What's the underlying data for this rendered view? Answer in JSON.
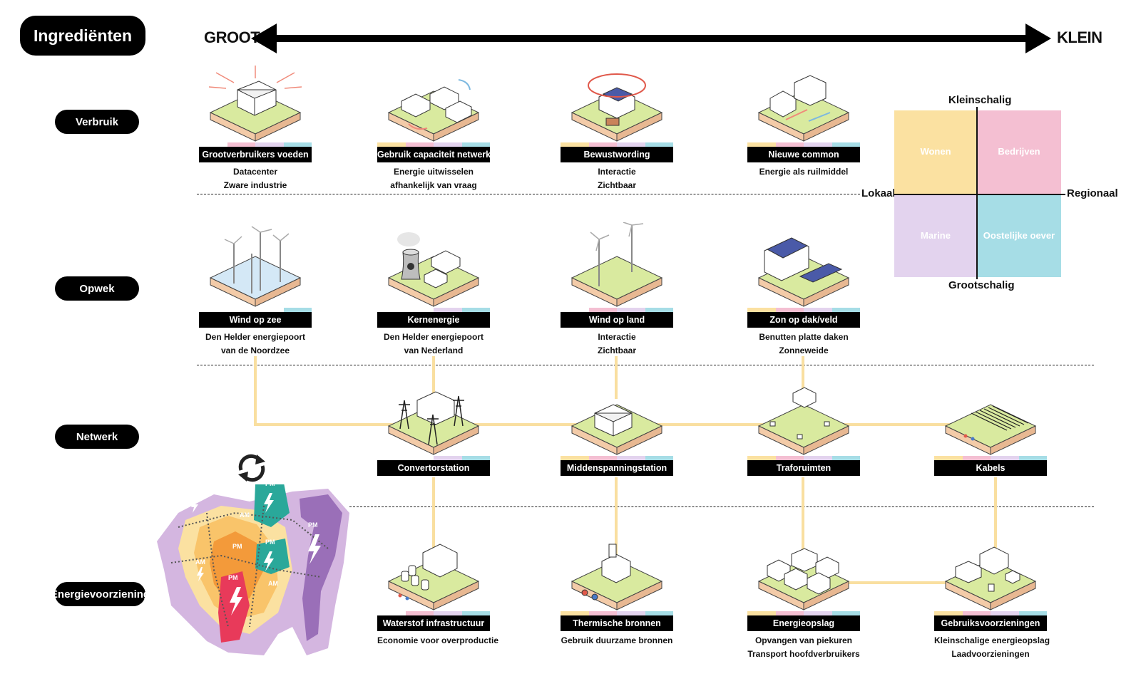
{
  "title": "Ingrediënten",
  "scale": {
    "left": "GROOT",
    "right": "KLEIN"
  },
  "rows": {
    "verbruik": "Verbruik",
    "opwek": "Opwek",
    "netwerk": "Netwerk",
    "energie": "Energievoorziening"
  },
  "legend": {
    "top": "Kleinschalig",
    "bottom": "Grootschalig",
    "left": "Lokaal",
    "right": "Regionaal",
    "wonen": "Wonen",
    "bedrijven": "Bedrijven",
    "marine": "Marine",
    "oostelijke": "Oostelijke oever"
  },
  "colors": {
    "wonen": "#fbe1a1",
    "bedrijven": "#f4bfd2",
    "marine": "#e3d3ee",
    "oostelijke": "#a6dde6",
    "land": "#d9ea9f",
    "soil": "#f3cba8",
    "connector": "#f9dfa0"
  },
  "cards": {
    "c1": {
      "title": "Grootverbruikers voeden",
      "lines": [
        "Datacenter",
        "Zware industrie"
      ]
    },
    "c2": {
      "title": "Gebruik capaciteit netwerk",
      "lines": [
        "Energie uitwisselen",
        "afhankelijk van vraag"
      ]
    },
    "c3": {
      "title": "Bewustwording",
      "lines": [
        "Interactie",
        "Zichtbaar"
      ]
    },
    "c4": {
      "title": "Nieuwe common",
      "lines": [
        "Energie als ruilmiddel"
      ]
    },
    "o1": {
      "title": "Wind op zee",
      "lines": [
        "Den Helder energiepoort",
        "van de Noordzee"
      ]
    },
    "o2": {
      "title": "Kernenergie",
      "lines": [
        "Den Helder energiepoort",
        "van Nederland"
      ]
    },
    "o3": {
      "title": "Wind op land",
      "lines": [
        "Interactie",
        "Zichtbaar"
      ]
    },
    "o4": {
      "title": "Zon op dak/veld",
      "lines": [
        "Benutten platte daken",
        "Zonneweide"
      ]
    },
    "n1": {
      "title": "Convertorstation",
      "lines": []
    },
    "n2": {
      "title": "Middenspanningstation",
      "lines": []
    },
    "n3": {
      "title": "Traforuimten",
      "lines": []
    },
    "n4": {
      "title": "Kabels",
      "lines": []
    },
    "e1": {
      "title": "Waterstof infrastructuur",
      "lines": [
        "Economie voor overproductie"
      ]
    },
    "e2": {
      "title": "Thermische bronnen",
      "lines": [
        "Gebruik duurzame bronnen"
      ]
    },
    "e3": {
      "title": "Energieopslag",
      "lines": [
        "Opvangen van piekuren",
        "Transport hoofdverbruikers"
      ]
    },
    "e4": {
      "title": "Gebruiksvoorzieningen",
      "lines": [
        "Kleinschalige energieopslag",
        "Laadvoorzieningen"
      ]
    }
  },
  "map_labels": {
    "pm": "PM",
    "am": "AM"
  }
}
